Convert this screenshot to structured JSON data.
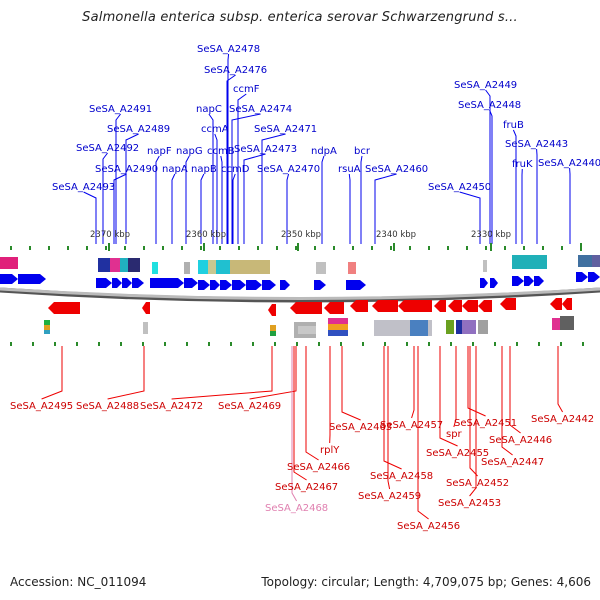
{
  "title": "Salmonella enterica subsp. enterica serovar Schwarzengrund s...",
  "footer": {
    "accession": "Accession: NC_011094",
    "summary": "Topology: circular; Length: 4,709,075 bp; Genes: 4,606"
  },
  "scale_labels": [
    "2370 kbp",
    "2360 kbp",
    "2350 kbp",
    "2340 kbp",
    "2330 kbp"
  ],
  "top_labels": [
    "SeSA_A2478",
    "SeSA_A2476",
    "ccmF",
    "SeSA_A2491",
    "napC",
    "SeSA_A2474",
    "SeSA_A2489",
    "ccmA",
    "SeSA_A2471",
    "SeSA_A2492",
    "napF",
    "napG",
    "ccmB",
    "SeSA_A2473",
    "ndpA",
    "bcr",
    "SeSA_A2490",
    "napA",
    "napB",
    "ccmD",
    "SeSA_A2470",
    "rsuA",
    "SeSA_A2460",
    "SeSA_A2493",
    "SeSA_A2449",
    "SeSA_A2448",
    "fruB",
    "SeSA_A2443",
    "fruK",
    "SeSA_A2440",
    "SeSA_A2450"
  ],
  "bottom_labels": [
    "SeSA_A2495",
    "SeSA_A2488",
    "SeSA_A2472",
    "SeSA_A2469",
    "SeSA_A2463",
    "rplY",
    "SeSA_A2466",
    "SeSA_A2467",
    "SeSA_A2468",
    "SeSA_A2457",
    "SeSA_A2458",
    "SeSA_A2459",
    "SeSA_A2456",
    "spr",
    "SeSA_A2455",
    "SeSA_A2451",
    "SeSA_A2452",
    "SeSA_A2453",
    "SeSA_A2446",
    "SeSA_A2447",
    "SeSA_A2442"
  ],
  "colors": {
    "forward": "#0000ee",
    "reverse": "#ee0000",
    "forward_label": "#0000cc",
    "reverse_label": "#cc0000",
    "pseudo_label": "#e080b0",
    "backbone": "#888888",
    "tick": "#2a8a2a"
  }
}
